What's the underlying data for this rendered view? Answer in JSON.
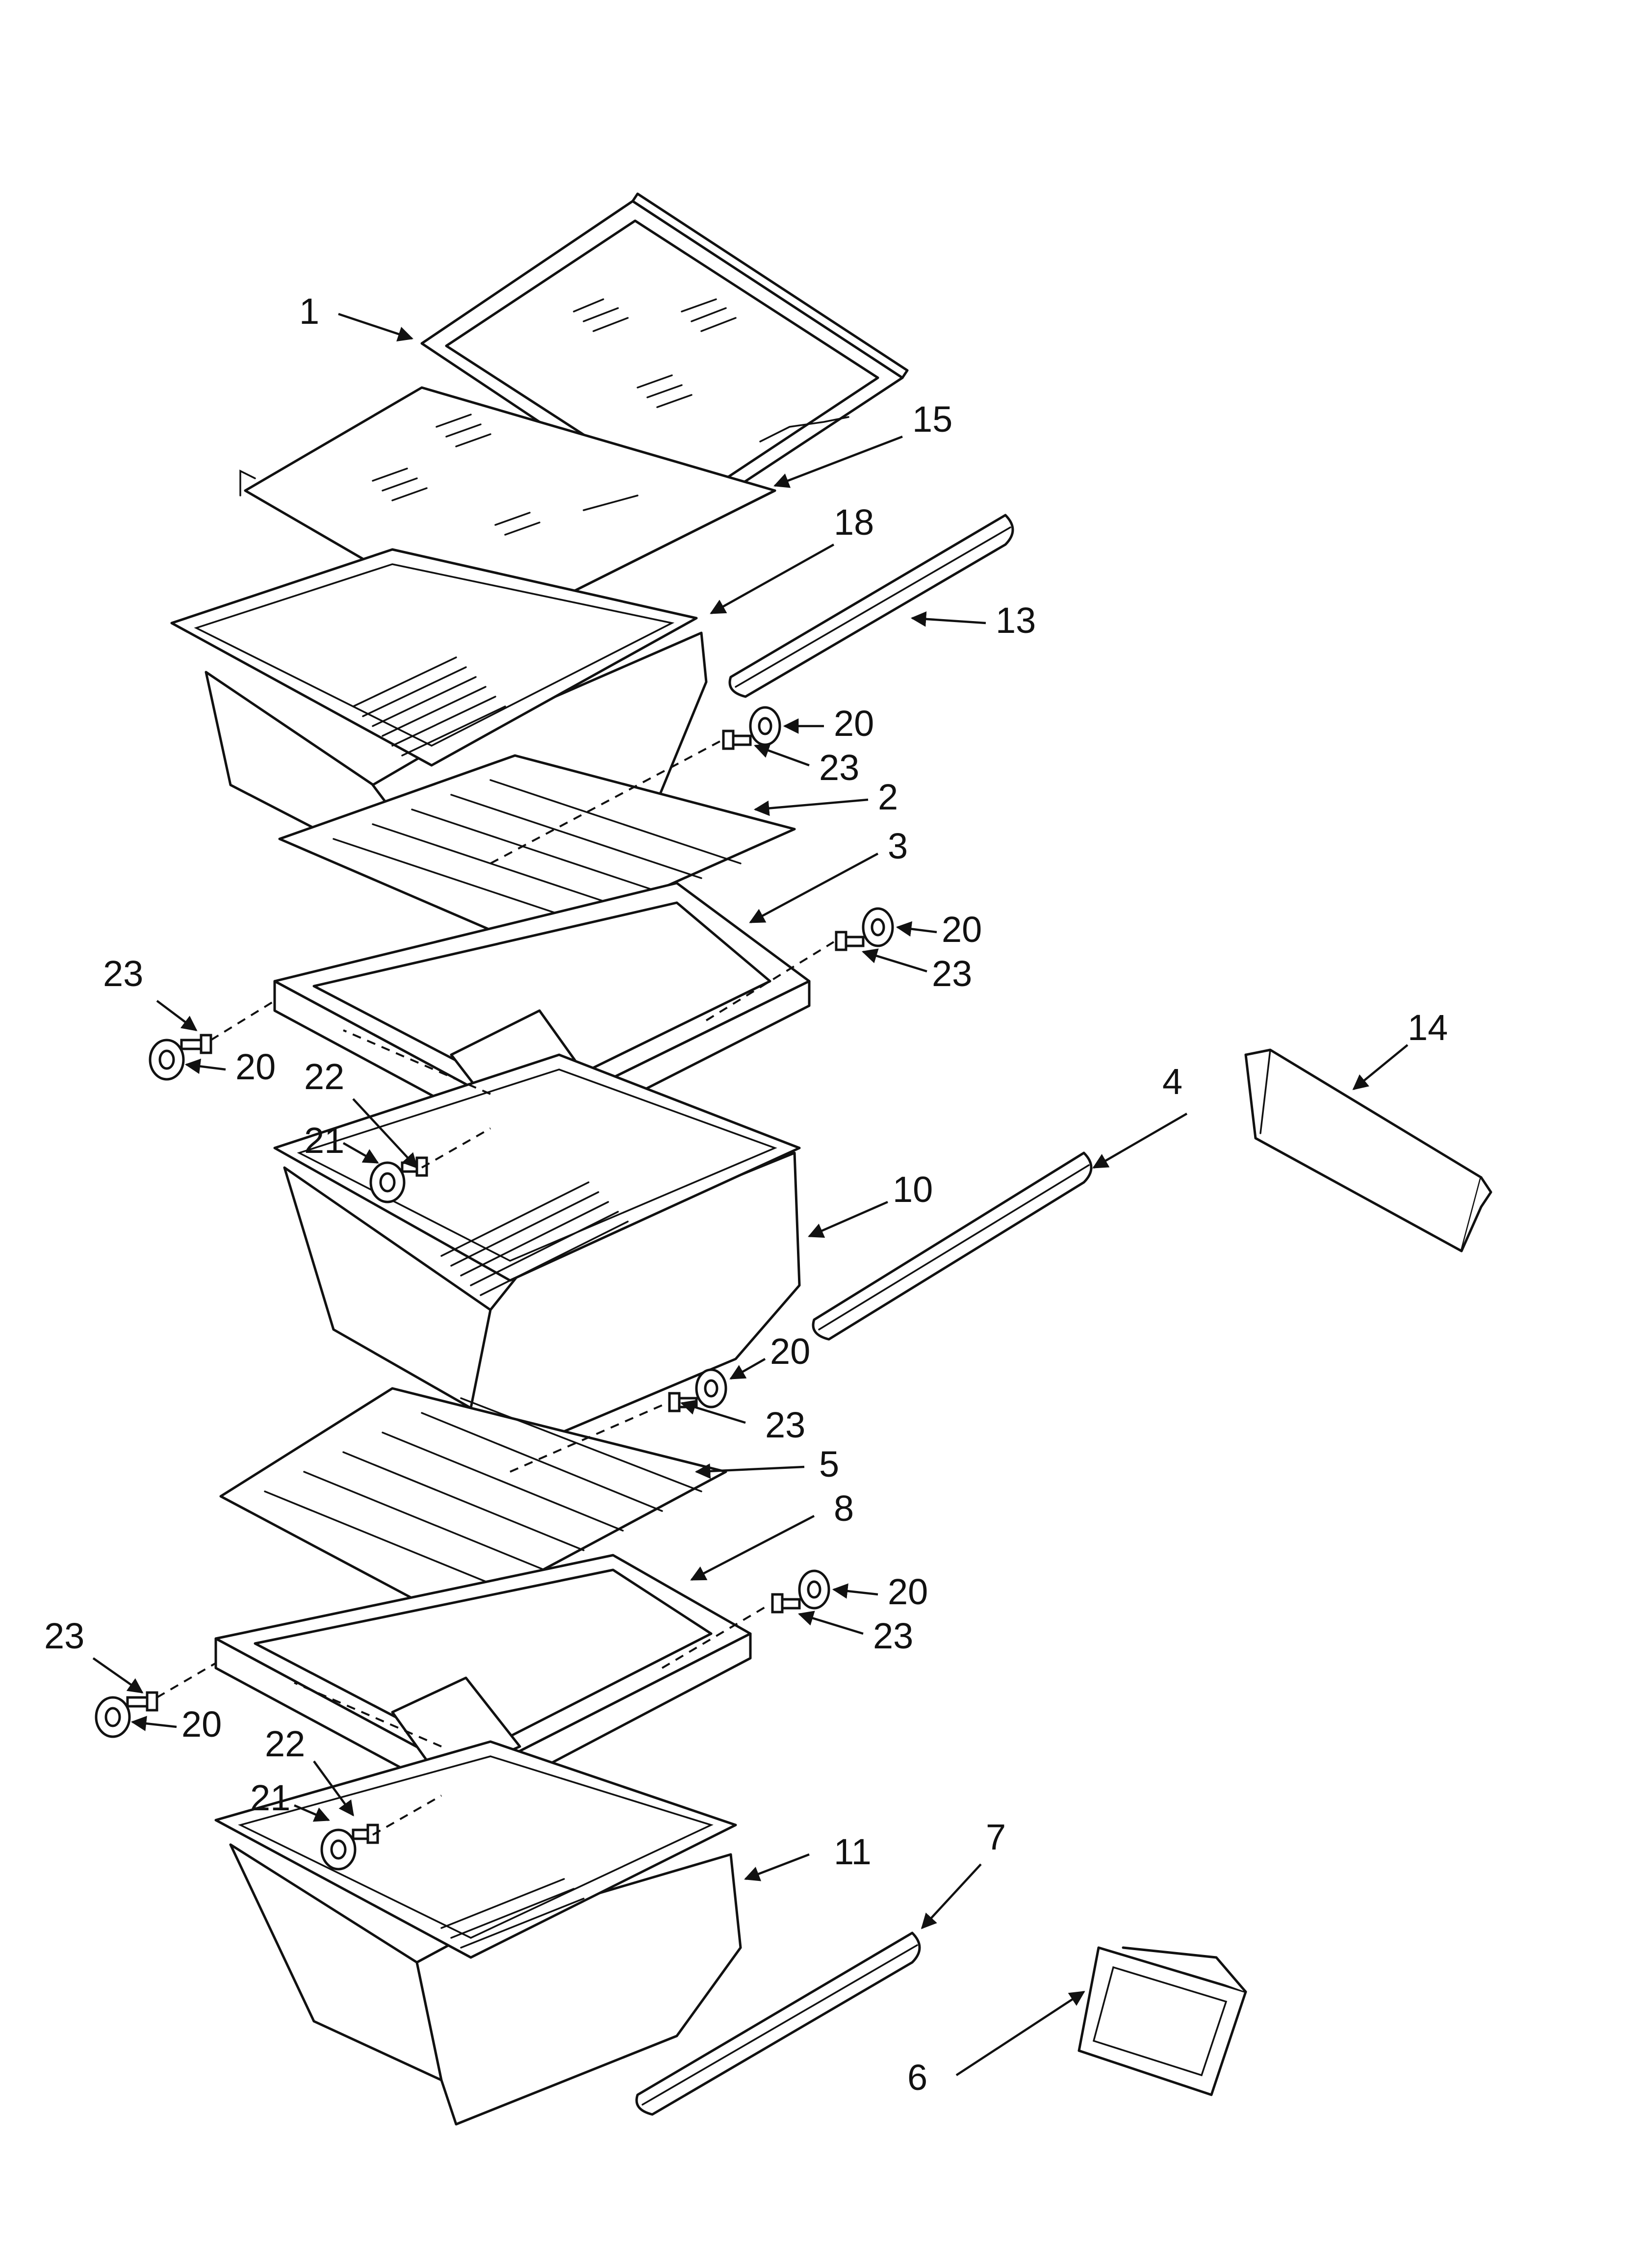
{
  "callouts": [
    {
      "id": "c1",
      "label": "1"
    },
    {
      "id": "c15",
      "label": "15"
    },
    {
      "id": "c18",
      "label": "18"
    },
    {
      "id": "c13",
      "label": "13"
    },
    {
      "id": "c20a",
      "label": "20"
    },
    {
      "id": "c23a",
      "label": "23"
    },
    {
      "id": "c2",
      "label": "2"
    },
    {
      "id": "c3",
      "label": "3"
    },
    {
      "id": "c20b",
      "label": "20"
    },
    {
      "id": "c23b",
      "label": "23"
    },
    {
      "id": "c23c",
      "label": "23"
    },
    {
      "id": "c20c",
      "label": "20"
    },
    {
      "id": "c14",
      "label": "14"
    },
    {
      "id": "c4",
      "label": "4"
    },
    {
      "id": "c22a",
      "label": "22"
    },
    {
      "id": "c21a",
      "label": "21"
    },
    {
      "id": "c10",
      "label": "10"
    },
    {
      "id": "c20d",
      "label": "20"
    },
    {
      "id": "c23d",
      "label": "23"
    },
    {
      "id": "c5",
      "label": "5"
    },
    {
      "id": "c8",
      "label": "8"
    },
    {
      "id": "c20e",
      "label": "20"
    },
    {
      "id": "c23e",
      "label": "23"
    },
    {
      "id": "c23f",
      "label": "23"
    },
    {
      "id": "c20f",
      "label": "20"
    },
    {
      "id": "c22b",
      "label": "22"
    },
    {
      "id": "c21b",
      "label": "21"
    },
    {
      "id": "c11",
      "label": "11"
    },
    {
      "id": "c7",
      "label": "7"
    },
    {
      "id": "c6",
      "label": "6"
    }
  ],
  "icons": {
    "arrow": "arrowhead-icon",
    "wheel": "roller-wheel-icon"
  }
}
